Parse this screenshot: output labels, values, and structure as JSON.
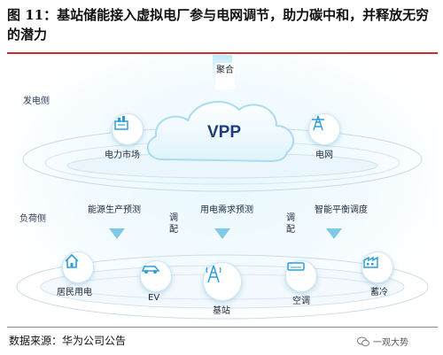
{
  "figure": {
    "title": "图 11：基站储能接入虚拟电厂参与电网调节，助力碳中和，并释放无穷的潜力",
    "source": "数据来源：华为公司公告",
    "watermark": "一观大势"
  },
  "diagram": {
    "center_label": "VPP",
    "aggregate_label": "聚合",
    "generation_side": "发电侧",
    "load_side": "负荷侧",
    "generation_nodes": [
      {
        "label": "电力市场",
        "icon": "power-market-icon"
      },
      {
        "label": "电网",
        "icon": "transmission-tower-icon"
      }
    ],
    "functions": [
      "能源生产预测",
      "用电需求预测",
      "智能平衡调度"
    ],
    "dispatch_label": "调配",
    "load_nodes": [
      {
        "label": "居民用电",
        "icon": "house-icon"
      },
      {
        "label": "EV",
        "icon": "car-icon"
      },
      {
        "label": "基站",
        "icon": "base-station-icon"
      },
      {
        "label": "空调",
        "icon": "air-conditioner-icon"
      },
      {
        "label": "蓄冷",
        "icon": "factory-icon"
      }
    ]
  },
  "colors": {
    "accent": "#2f9fd8",
    "title_rule": "#c9302c",
    "vpp_text": "#1c3d7a"
  }
}
